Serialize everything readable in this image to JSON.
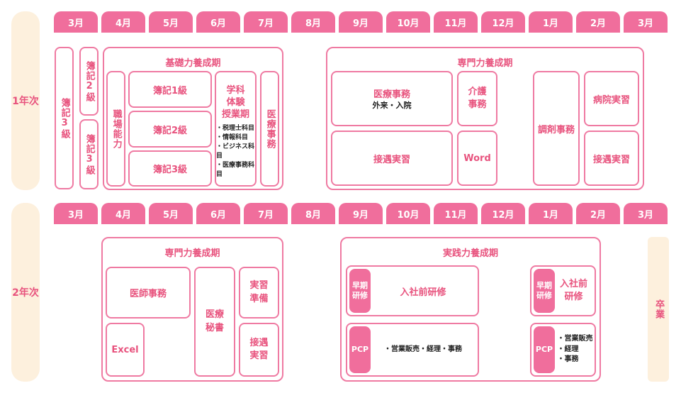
{
  "months": [
    "3月",
    "4月",
    "5月",
    "6月",
    "7月",
    "8月",
    "9月",
    "10月",
    "11月",
    "12月",
    "1月",
    "2月",
    "3月"
  ],
  "year1": {
    "label": "1年次",
    "boki3": "簿記3級",
    "boki2_top": "簿記2級",
    "boki3_bottom": "簿記3級",
    "foundation": {
      "title": "基礎力養成期",
      "shokuba": "職場能力",
      "boki1": "簿記1級",
      "boki2": "簿記2級",
      "boki3": "簿記3級",
      "gakka_line1": "学科",
      "gakka_line2": "体験",
      "gakka_line3": "授業期",
      "subjects": [
        "・税理士科目",
        "・情報科目",
        "・ビジネス科目",
        "・医療事務科目"
      ],
      "iryo": "医療事務"
    },
    "specialty": {
      "title": "専門力養成期",
      "iryo_jimu": "医療事務",
      "iryo_sub": "外来・入院",
      "kaigo_line1": "介護",
      "kaigo_line2": "事務",
      "chozai": "調剤事務",
      "byoin": "病院実習",
      "setsugu": "接遇実習",
      "word": "Word",
      "setsugu2": "接遇実習"
    }
  },
  "year2": {
    "label": "2年次",
    "specialty": {
      "title": "専門力養成期",
      "ishi": "医師事務",
      "hisho_line1": "医療",
      "hisho_line2": "秘書",
      "jisshu_line1": "実習",
      "jisshu_line2": "準備",
      "excel": "Excel",
      "setsugu_line1": "接遇",
      "setsugu_line2": "実習"
    },
    "practice": {
      "title": "実践力養成期",
      "souki_line1": "早期",
      "souki_line2": "研修",
      "nyusha": "入社前研修",
      "pcp": "PCP",
      "pcp_desc": "・営業販売・経理・事務"
    },
    "right": {
      "souki_line1": "早期",
      "souki_line2": "研修",
      "nyusha_line1": "入社前",
      "nyusha_line2": "研修",
      "pcp": "PCP",
      "items": [
        "・営業販売",
        "・経理",
        "・事務"
      ]
    },
    "graduation": "卒業"
  },
  "colors": {
    "accent": "#f06e9c",
    "border": "#ef7aa2",
    "text": "#e8537e",
    "band": "#fdf0dd"
  }
}
